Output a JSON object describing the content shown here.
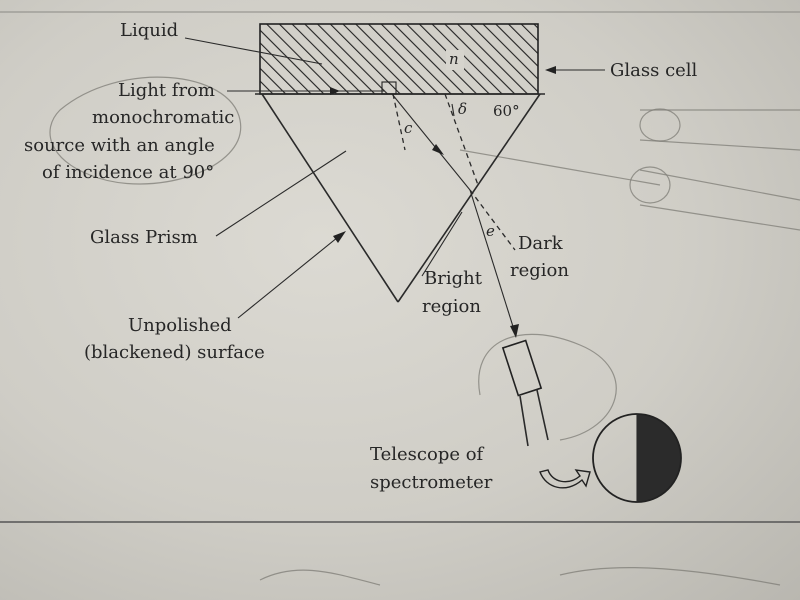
{
  "labels": {
    "liquid": "Liquid",
    "glass_cell": "Glass cell",
    "light_line1": "Light from",
    "light_line2": "monochromatic",
    "light_line3": "source with an angle",
    "light_line4": "of incidence at 90°",
    "glass_prism": "Glass Prism",
    "unpolished_line1": "Unpolished",
    "unpolished_line2": "(blackened) surface",
    "bright_line1": "Bright",
    "bright_line2": "region",
    "dark_line1": "Dark",
    "dark_line2": "region",
    "telescope_line1": "Telescope of",
    "telescope_line2": "spectrometer"
  },
  "symbols": {
    "n": "n",
    "c": "c",
    "delta": "δ",
    "e": "e",
    "angle_60": "60°"
  },
  "colors": {
    "ink": "#2a2a2a",
    "paper": "#d6d4cd",
    "dark_half": "#2b2b2b"
  }
}
